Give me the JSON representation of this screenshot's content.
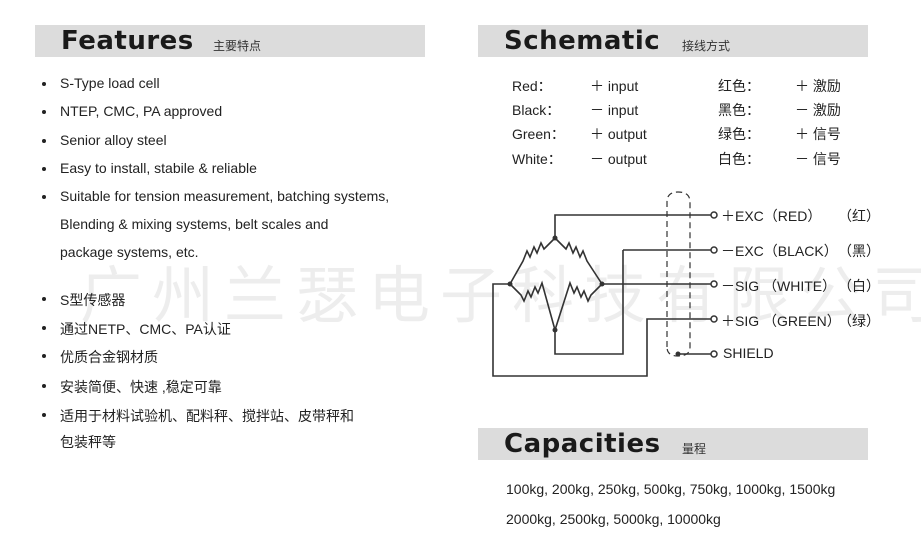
{
  "features": {
    "title": "Features",
    "subtitle": "主要特点",
    "items": [
      "S-Type load cell",
      "NTEP, CMC, PA approved",
      "Senior alloy steel",
      "Easy to install, stabile & reliable",
      "Suitable for tension measurement, batching systems,",
      "Blending & mixing systems, belt scales and",
      "package systems, etc."
    ],
    "items_cn": [
      "S型传感器",
      "通过NETP、CMC、PA认证",
      "优质合金钢材质",
      "安装简便、快速 ,稳定可靠",
      "适用于材料试验机、配料秤、搅拌站、皮带秤和",
      "包装秤等"
    ]
  },
  "schematic": {
    "title": "Schematic",
    "subtitle": "接线方式",
    "rows": [
      {
        "color": "Red：",
        "signal": "＋ input",
        "color_cn": "红色：",
        "signal_cn": "＋ 激励"
      },
      {
        "color": "Black：",
        "signal": "－ input",
        "color_cn": "黑色：",
        "signal_cn": "－ 激励"
      },
      {
        "color": "Green：",
        "signal": "＋ output",
        "color_cn": "绿色：",
        "signal_cn": "＋ 信号"
      },
      {
        "color": "White：",
        "signal": "－ output",
        "color_cn": "白色：",
        "signal_cn": "－ 信号"
      }
    ],
    "terminals": [
      {
        "label": "＋EXC（RED）",
        "cn": "（红）"
      },
      {
        "label": "－EXC（BLACK）",
        "cn": "（黑）"
      },
      {
        "label": "－SIG （WHITE）",
        "cn": "（白）"
      },
      {
        "label": "＋SIG （GREEN）",
        "cn": "（绿）"
      },
      {
        "label": "SHIELD",
        "cn": ""
      }
    ]
  },
  "capacities": {
    "title": "Capacities",
    "subtitle": "量程",
    "line1": "100kg, 200kg, 250kg, 500kg, 750kg, 1000kg, 1500kg",
    "line2": "2000kg, 2500kg, 5000kg, 10000kg"
  },
  "watermark": "广州兰瑟电子科技有限公司"
}
